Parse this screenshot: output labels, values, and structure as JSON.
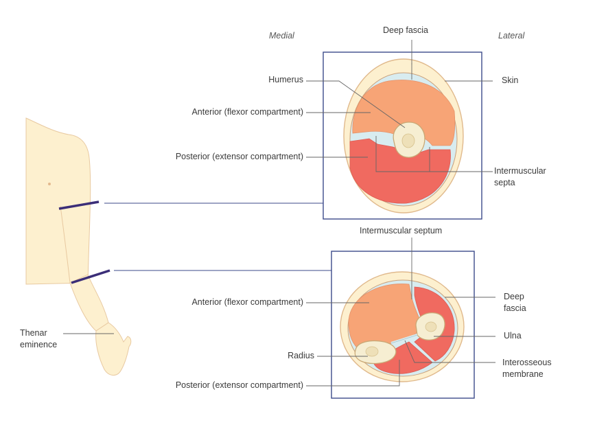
{
  "orientation": {
    "medial": "Medial",
    "lateral": "Lateral"
  },
  "arm": {
    "thenar": {
      "line1": "Thenar",
      "line2": "eminence"
    }
  },
  "upper_section": {
    "deep_fascia": "Deep fascia",
    "humerus": "Humerus",
    "anterior": "Anterior (flexor compartment)",
    "posterior": "Posterior (extensor compartment)",
    "skin": "Skin",
    "intermuscular_septa": {
      "line1": "Intermuscular",
      "line2": "septa"
    }
  },
  "lower_section": {
    "intermuscular_septum": "Intermuscular septum",
    "anterior": "Anterior (flexor compartment)",
    "deep_fascia": {
      "line1": "Deep",
      "line2": "fascia"
    },
    "ulna": "Ulna",
    "radius": "Radius",
    "interosseous_membrane": {
      "line1": "Interosseous",
      "line2": "membrane"
    },
    "posterior": "Posterior (extensor compartment)"
  },
  "colors": {
    "skin_fill": "#fdf0cf",
    "skin_stroke": "#e0b98c",
    "flexor": "#f7a476",
    "extensor": "#f06a60",
    "fascia_gap": "#d8ecf0",
    "bone": "#f6eed2",
    "frame": "#3b4a8a",
    "leader": "#666666"
  }
}
